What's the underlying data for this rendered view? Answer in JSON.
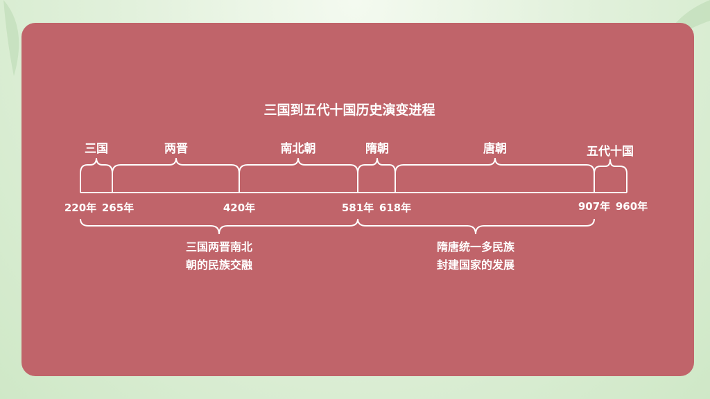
{
  "title": "三国到五代十国历史演变进程",
  "periods": [
    "三国",
    "两晋",
    "南北朝",
    "隋朝",
    "唐朝",
    "五代十国"
  ],
  "years": [
    "220年",
    "265年",
    "420年",
    "581年",
    "618年",
    "907年",
    "960年"
  ],
  "summaries": [
    {
      "line1": "三国两晋南北",
      "line2": "朝的民族交融"
    },
    {
      "line1": "隋唐统一多民族",
      "line2": "封建国家的发展"
    }
  ],
  "colors": {
    "card": "#c0646a",
    "background": "#d8eed2",
    "text": "#ffffff"
  }
}
